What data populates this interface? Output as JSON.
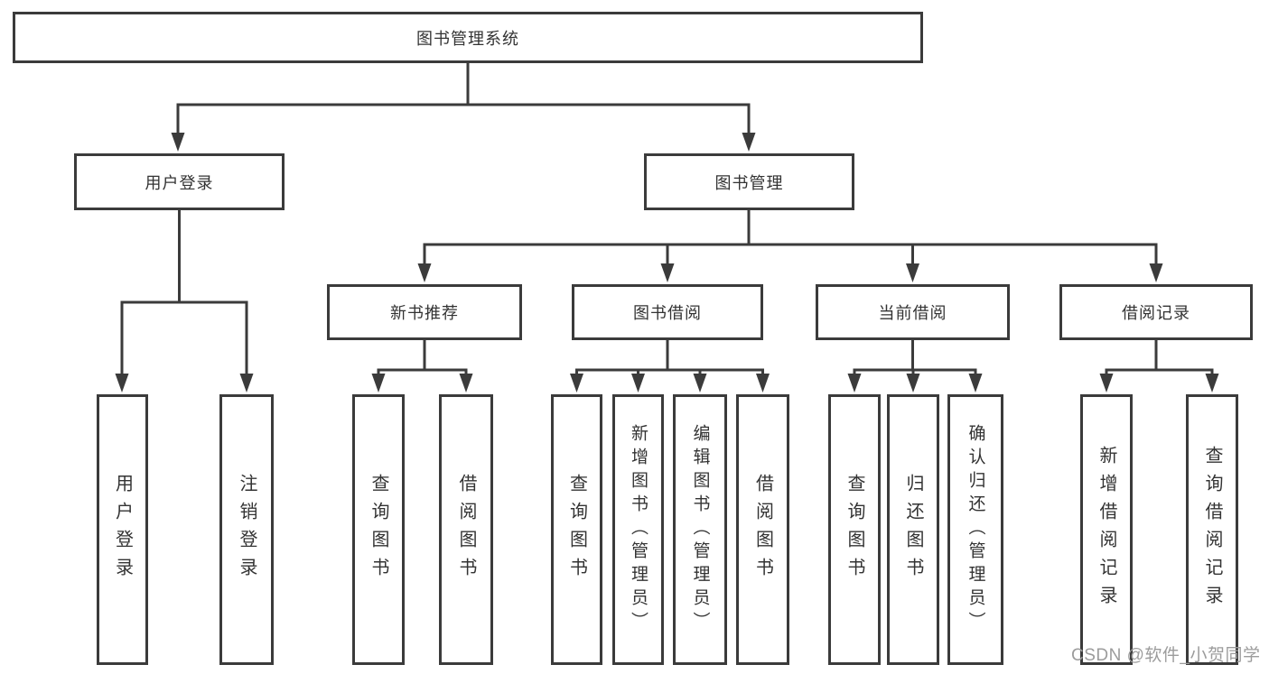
{
  "colors": {
    "line": "#3b3b3b",
    "box_border": "#3b3b3b",
    "text": "#333333",
    "watermark": "#9c9c9c",
    "background": "#ffffff"
  },
  "watermark": {
    "text": "CSDN @软件_小贺同学"
  },
  "tree": {
    "label": "图书管理系统",
    "children": [
      {
        "label": "用户登录",
        "children": [
          {
            "label": "用户登录"
          },
          {
            "label": "注销登录"
          }
        ]
      },
      {
        "label": "图书管理",
        "children": [
          {
            "label": "新书推荐",
            "children": [
              {
                "label": "查询图书"
              },
              {
                "label": "借阅图书"
              }
            ]
          },
          {
            "label": "图书借阅",
            "children": [
              {
                "label": "查询图书"
              },
              {
                "label": "新增图书（管理员）"
              },
              {
                "label": "编辑图书（管理员）"
              },
              {
                "label": "借阅图书"
              }
            ]
          },
          {
            "label": "当前借阅",
            "children": [
              {
                "label": "查询图书"
              },
              {
                "label": "归还图书"
              },
              {
                "label": "确认归还（管理员）"
              }
            ]
          },
          {
            "label": "借阅记录",
            "children": [
              {
                "label": "新增借阅记录"
              },
              {
                "label": "查询借阅记录"
              }
            ]
          }
        ]
      }
    ]
  }
}
